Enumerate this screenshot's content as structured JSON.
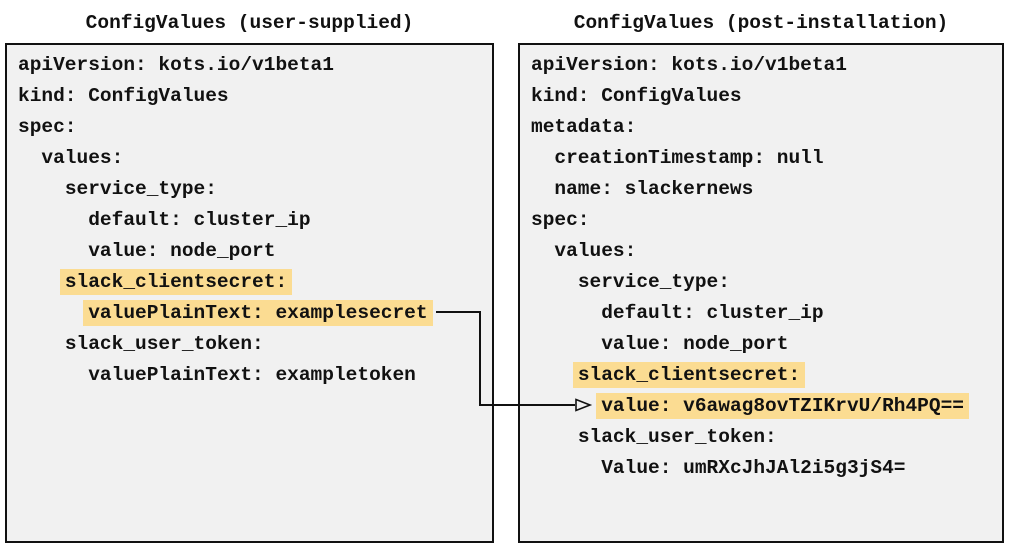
{
  "colors": {
    "panel_bg": "#f1f1f1",
    "panel_border": "#111111",
    "text": "#111111",
    "highlight": "#fbdc92",
    "arrow": "#111111",
    "page_bg": "#ffffff"
  },
  "panels": [
    {
      "title": "ConfigValues (user-supplied)",
      "lines": [
        {
          "indent": "",
          "text": "apiVersion: kots.io/v1beta1",
          "highlighted": false
        },
        {
          "indent": "",
          "text": "kind: ConfigValues",
          "highlighted": false
        },
        {
          "indent": "",
          "text": "spec:",
          "highlighted": false
        },
        {
          "indent": "  ",
          "text": "values:",
          "highlighted": false
        },
        {
          "indent": "    ",
          "text": "service_type:",
          "highlighted": false
        },
        {
          "indent": "      ",
          "text": "default: cluster_ip",
          "highlighted": false
        },
        {
          "indent": "      ",
          "text": "value: node_port",
          "highlighted": false
        },
        {
          "indent": "    ",
          "text": "slack_clientsecret:",
          "highlighted": true
        },
        {
          "indent": "      ",
          "text": "valuePlainText: examplesecret",
          "highlighted": true
        },
        {
          "indent": "    ",
          "text": "slack_user_token:",
          "highlighted": false
        },
        {
          "indent": "      ",
          "text": "valuePlainText: exampletoken",
          "highlighted": false
        }
      ]
    },
    {
      "title": "ConfigValues (post-installation)",
      "lines": [
        {
          "indent": "",
          "text": "apiVersion: kots.io/v1beta1",
          "highlighted": false
        },
        {
          "indent": "",
          "text": "kind: ConfigValues",
          "highlighted": false
        },
        {
          "indent": "",
          "text": "metadata:",
          "highlighted": false
        },
        {
          "indent": "  ",
          "text": "creationTimestamp: null",
          "highlighted": false
        },
        {
          "indent": "  ",
          "text": "name: slackernews",
          "highlighted": false
        },
        {
          "indent": "",
          "text": "spec:",
          "highlighted": false
        },
        {
          "indent": "  ",
          "text": "values:",
          "highlighted": false
        },
        {
          "indent": "    ",
          "text": "service_type:",
          "highlighted": false
        },
        {
          "indent": "      ",
          "text": "default: cluster_ip",
          "highlighted": false
        },
        {
          "indent": "      ",
          "text": "value: node_port",
          "highlighted": false
        },
        {
          "indent": "    ",
          "text": "slack_clientsecret:",
          "highlighted": true
        },
        {
          "indent": "      ",
          "text": "value: v6awag8ovTZIKrvU/Rh4PQ==",
          "highlighted": true
        },
        {
          "indent": "    ",
          "text": "slack_user_token:",
          "highlighted": false
        },
        {
          "indent": "      ",
          "text": "Value: umRXcJhJAl2i5g3jS4=",
          "highlighted": false
        }
      ]
    }
  ],
  "arrow": {
    "from_line": "valuePlainText: examplesecret",
    "to_line": "value: v6awag8ovTZIKrvU/Rh4PQ=="
  }
}
